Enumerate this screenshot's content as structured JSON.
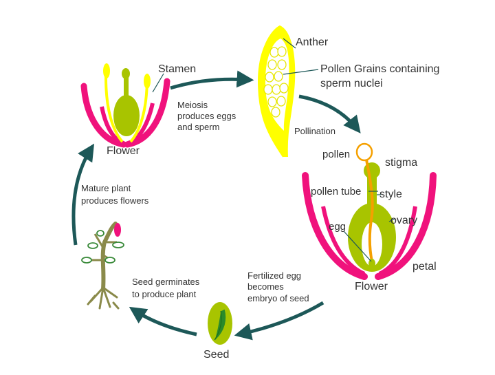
{
  "diagram": {
    "labels": {
      "anther": "Anther",
      "stamen": "Stamen",
      "pollen_grains_line1": "Pollen Grains containing",
      "pollen_grains_line2": "sperm nuclei",
      "meiosis_line1": "Meiosis",
      "meiosis_line2": "produces eggs",
      "meiosis_line3": "and sperm",
      "pollination": "Pollination",
      "flower_top": "Flower",
      "pollen": "pollen",
      "stigma": "stigma",
      "pollen_tube": "pollen tube",
      "style": "style",
      "ovary": "ovary",
      "egg": "egg",
      "petal": "petal",
      "flower_bottom": "Flower",
      "mature_line1": "Mature plant",
      "mature_line2": "produces flowers",
      "germinates_line1": "Seed germinates",
      "germinates_line2": "to produce plant",
      "fertilized_line1": "Fertilized egg",
      "fertilized_line2": "becomes",
      "fertilized_line3": "embryo of seed",
      "seed": "Seed"
    },
    "colors": {
      "petal": "#f0127c",
      "stamen": "#ffff00",
      "pistil": "#a8c400",
      "pollen_tube": "#f5a000",
      "arrow": "#1d5858",
      "stem": "#8a8a4a",
      "leaf": "#3a8a3a",
      "seed_embryo": "#2a8a2a"
    }
  }
}
